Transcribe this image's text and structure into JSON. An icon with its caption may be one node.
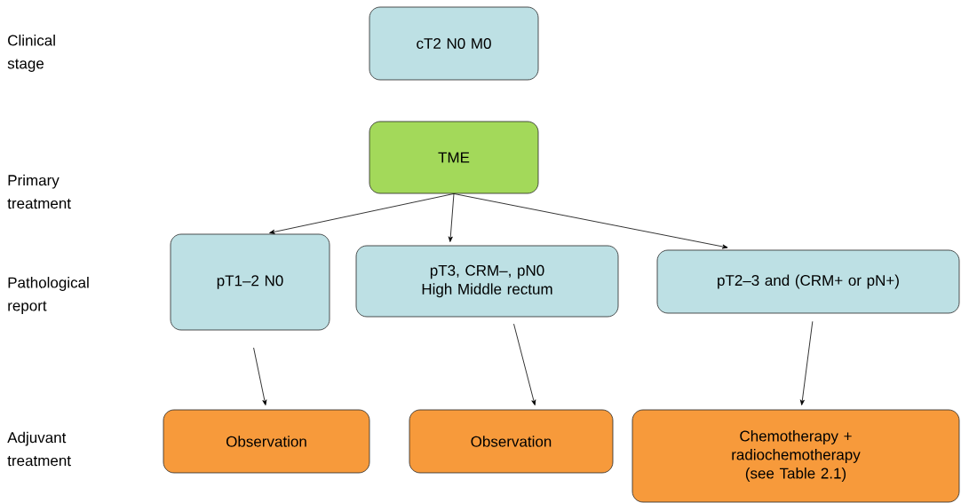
{
  "diagram": {
    "nodes": [
      {
        "text": [
          "cT2 N0 M0"
        ]
      },
      {
        "text": [
          "TME"
        ]
      },
      {
        "text": [
          "pT1–2 N0"
        ]
      },
      {
        "text": [
          "pT3, CRM–, pN0 High Middle rectum"
        ]
      },
      {
        "text": [
          "pT2–3 and (CRM+ or pN+)"
        ]
      },
      {
        "text": [
          "Observation"
        ]
      },
      {
        "text": [
          "Observation"
        ]
      },
      {
        "text": [
          "Chemotherapy + radiochemotherapy (see Table 2.1)"
        ]
      }
    ],
    "edges": [
      {
        "from": 1,
        "to": 2,
        "arrow": "to"
      },
      {
        "from": 1,
        "to": 3,
        "arrow": "to"
      },
      {
        "from": 1,
        "to": 4,
        "arrow": "to"
      },
      {
        "from": 2,
        "to": 5,
        "arrow": "to"
      },
      {
        "from": 3,
        "to": 6,
        "arrow": "to"
      },
      {
        "from": 4,
        "to": 7,
        "arrow": "to"
      }
    ],
    "labels": [
      "Clinical stage",
      "Primary treatment",
      "Pathological report",
      "Adjuvant treatment"
    ]
  }
}
